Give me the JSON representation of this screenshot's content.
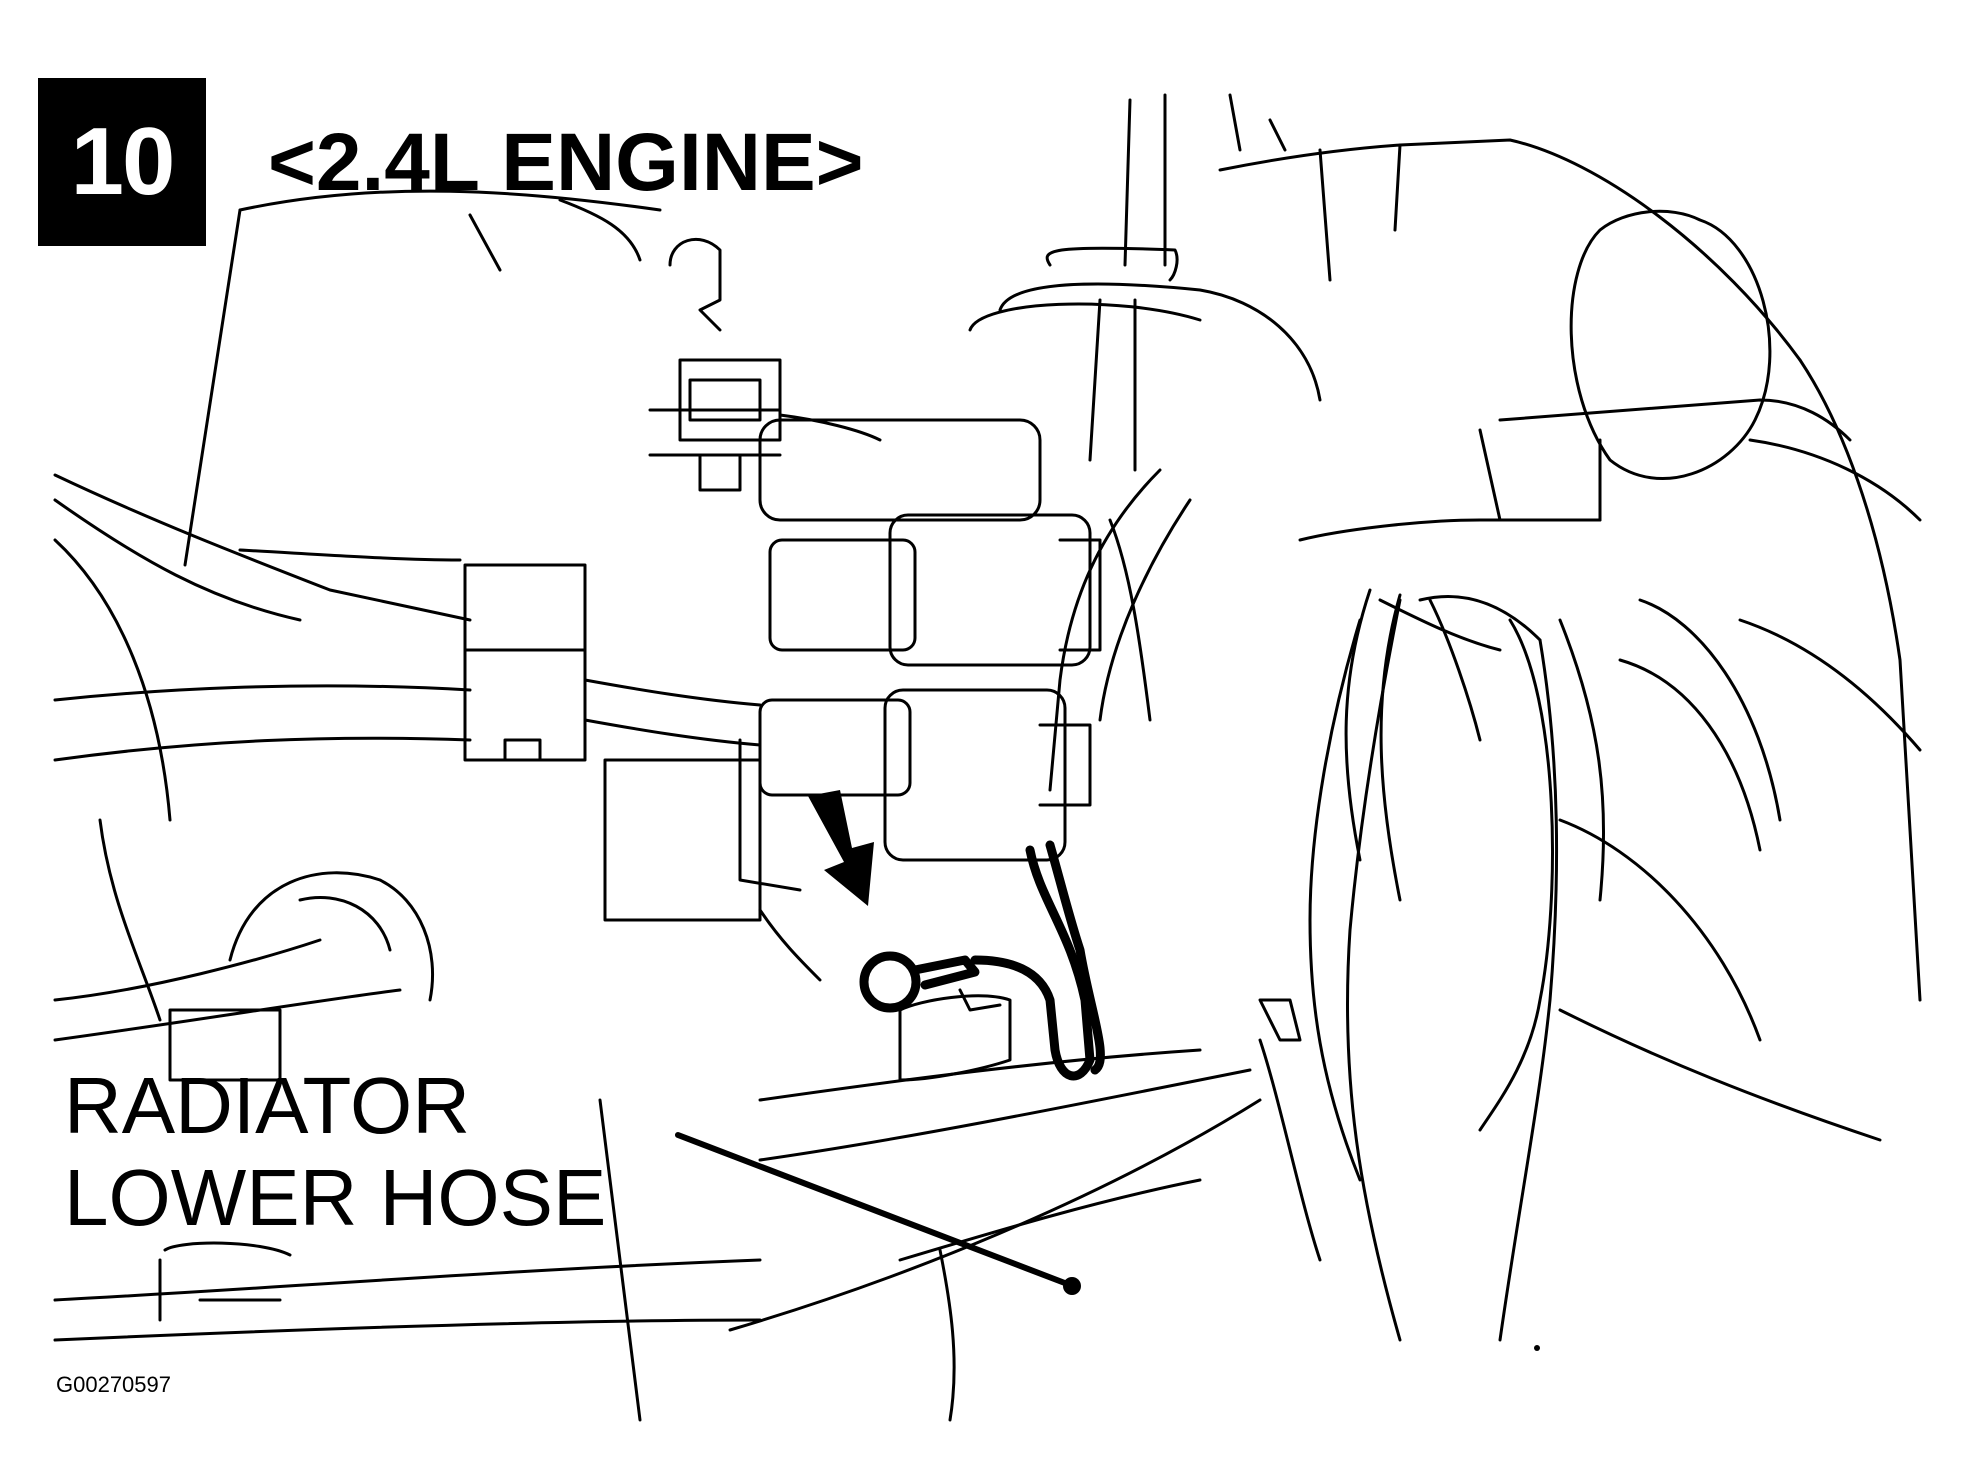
{
  "step": {
    "number": "10"
  },
  "title": "<2.4L ENGINE>",
  "callout": {
    "line1": "RADIATOR",
    "line2": "LOWER HOSE"
  },
  "figure_id": "G00270597",
  "colors": {
    "ink": "#000000",
    "paper": "#ffffff"
  }
}
